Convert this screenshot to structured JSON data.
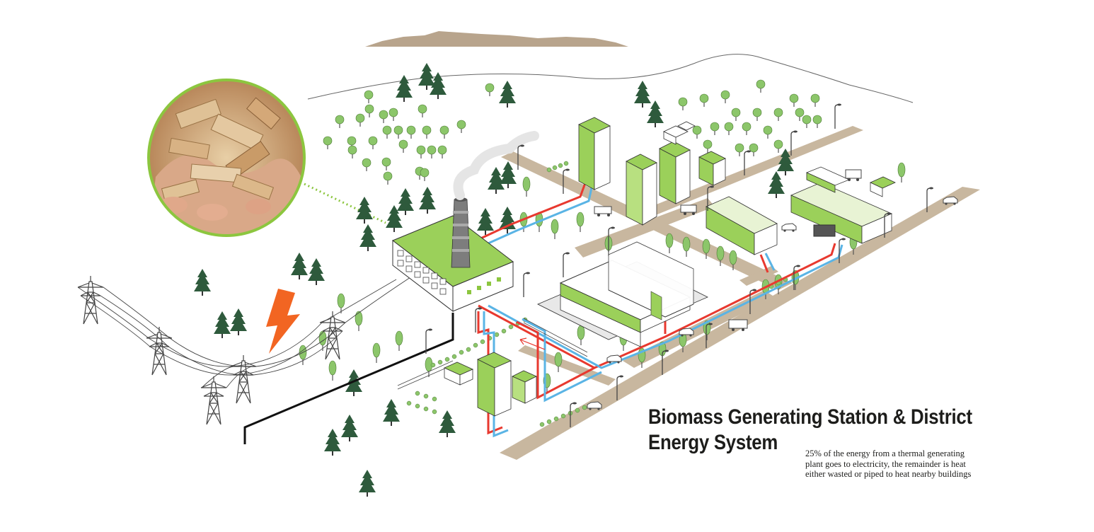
{
  "title": {
    "line1": "Biomass Generating Station & District",
    "line2": "Energy System"
  },
  "caption": "25% of the energy from a thermal generating plant goes to electricity, the remainder is heat either wasted or piped to heat nearby buildings",
  "colors": {
    "road": "#c8b79f",
    "mountain": "#b8a48c",
    "green": "#8cc63f",
    "tree": "#8cc66a",
    "conifer": "#2e5a3c",
    "hot_pipe": "#e8392f",
    "cold_pipe": "#5ab4e5",
    "lightning": "#f26522",
    "outline": "#333333"
  },
  "icons": [
    "lightning-bolt-icon",
    "wood-chips-icon",
    "transmission-tower-icon",
    "smokestack-icon",
    "conifer-tree-icon",
    "deciduous-tree-icon",
    "car-icon",
    "truck-icon",
    "street-lamp-icon"
  ]
}
